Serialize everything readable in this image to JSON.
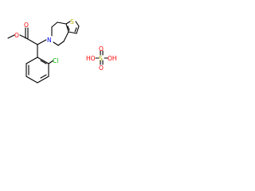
{
  "colors": {
    "carbon": "#000000",
    "oxygen": "#ff0000",
    "nitrogen": "#0000ff",
    "sulfur": "#b2b200",
    "chlorine": "#00b200",
    "background": "#ffffff"
  },
  "molecule": {
    "labels": {
      "methoxy_o": "O",
      "carbonyl_o": "O",
      "amine_n": "N",
      "thiophene_s": "S",
      "chlorine": "Cl"
    }
  },
  "counterion": {
    "formula": "HO-S(=O)(=O)-OH",
    "hydroxyl_left": "HO",
    "hydroxyl_right": "OH",
    "sulfur": "S",
    "oxo_top": "O",
    "oxo_bottom": "O"
  }
}
